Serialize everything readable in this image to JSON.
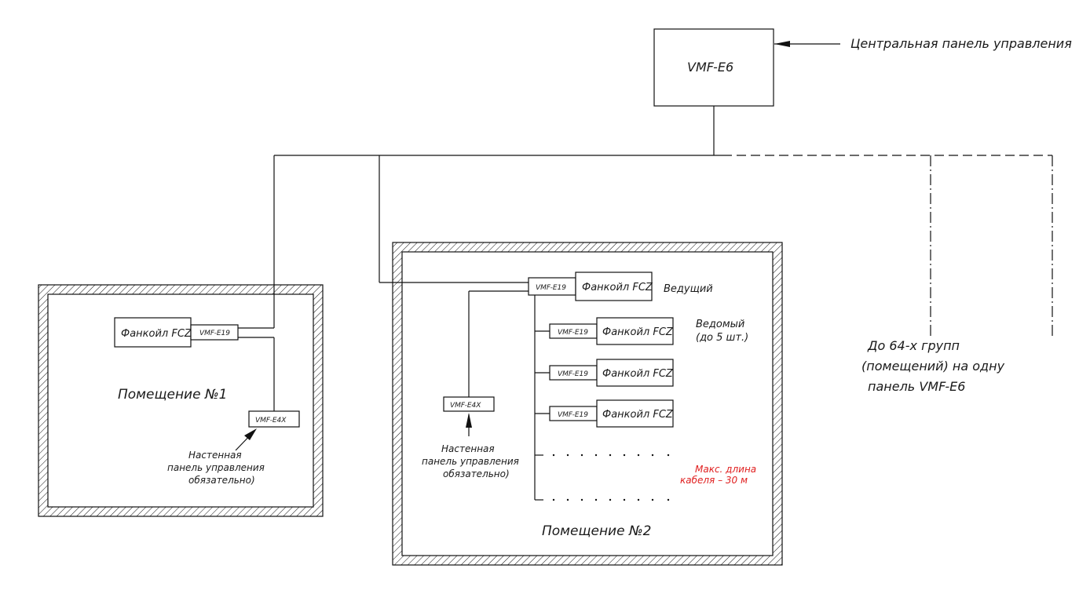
{
  "central": {
    "model": "VMF-E6",
    "label": "Центральная панель управления"
  },
  "room1": {
    "name": "Помещение №1",
    "fancoil": "Фанкойл FCZ",
    "module": "VMF-E19",
    "wall_panel": "VMF-E4X",
    "note_lines": [
      "Настенная",
      "панель управления",
      "обязательно)"
    ]
  },
  "room2": {
    "name": "Помещение №2",
    "master_module": "VMF-E19",
    "master_fancoil": "Фанкойл FCZ",
    "master_label": "Ведущий",
    "slave_label_lines": [
      "Ведомый",
      "(до 5 шт.)"
    ],
    "slaves": [
      {
        "module": "VMF-E19",
        "fancoil": "Фанкойл FCZ"
      },
      {
        "module": "VMF-E19",
        "fancoil": "Фанкойл FCZ"
      },
      {
        "module": "VMF-E19",
        "fancoil": "Фанкойл FCZ"
      }
    ],
    "wall_panel": "VMF-E4X",
    "note_lines": [
      "Настенная",
      "панель управления",
      "обязательно)"
    ],
    "cable_note_lines": [
      "Макс. длина",
      "кабеля – 30 м"
    ],
    "cable_note_color": "#e02020"
  },
  "groups_note_lines": [
    "До 64-х групп",
    "(помещений) на одну",
    "панель VMF-E6"
  ]
}
